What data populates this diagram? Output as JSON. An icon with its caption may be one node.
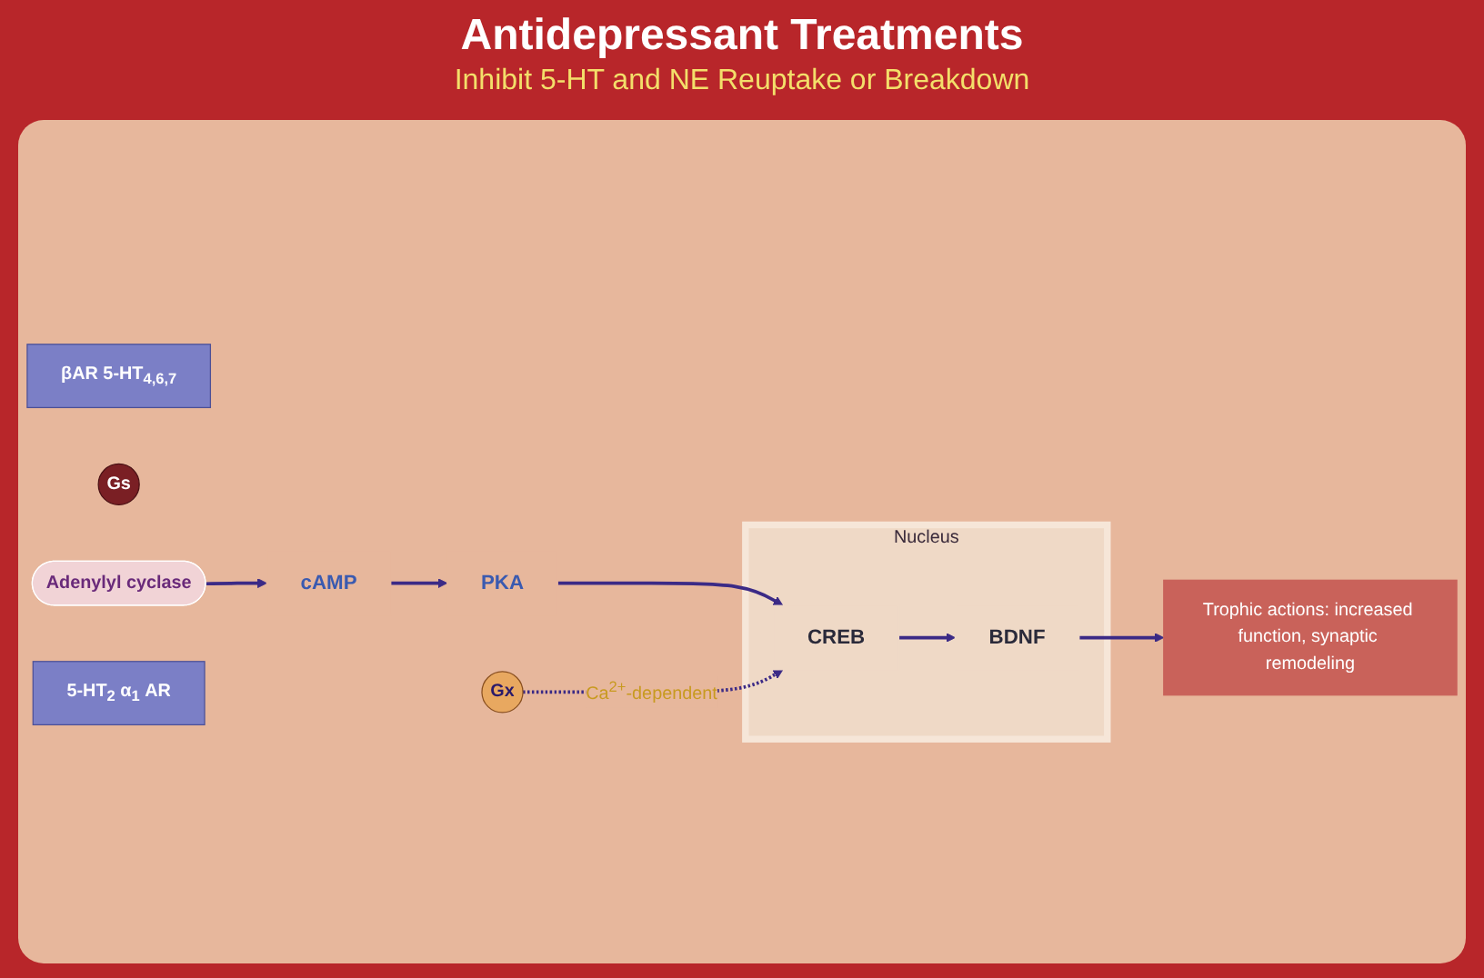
{
  "diagram": {
    "title": "Antidepressant Treatments",
    "nodes": [
      {
        "text": [
          "βAR 5-HT$_{4,6,7}$"
        ]
      },
      {
        "text": [
          "Gs"
        ]
      },
      {
        "text": [
          "Adenylyl cyclase"
        ]
      },
      {
        "text": [
          "Gx"
        ]
      },
      {
        "text": [
          "5-HT$_{2}$ α$_{1}$ AR"
        ]
      },
      {
        "text": [
          "cAMP"
        ]
      },
      {
        "text": [
          "PKA"
        ]
      },
      {
        "text": [
          "Trophic actions: increased function, synaptic remodeling"
        ]
      },
      {
        "text": [
          "Nucleus"
        ]
      },
      {
        "text": [
          "CREB"
        ],
        "in": 8
      },
      {
        "text": [
          "BDNF"
        ],
        "in": 8
      }
    ],
    "edges": [
      {
        "from": 2,
        "to": 5,
        "arrow": "to"
      },
      {
        "from": 5,
        "to": 6,
        "arrow": "to"
      },
      {
        "from": 6,
        "to": 9,
        "arrow": "to"
      },
      {
        "from": 3,
        "to": 9,
        "arrow": "to",
        "style": "dashed",
        "label": "Ca$^{2+}$-dependent"
      },
      {
        "from": 9,
        "to": 10,
        "arrow": "to"
      },
      {
        "from": 10,
        "to": 7,
        "arrow": "to"
      }
    ],
    "labels": [
      "Inhibit 5-HT and NE Reuptake or Breakdown"
    ]
  }
}
